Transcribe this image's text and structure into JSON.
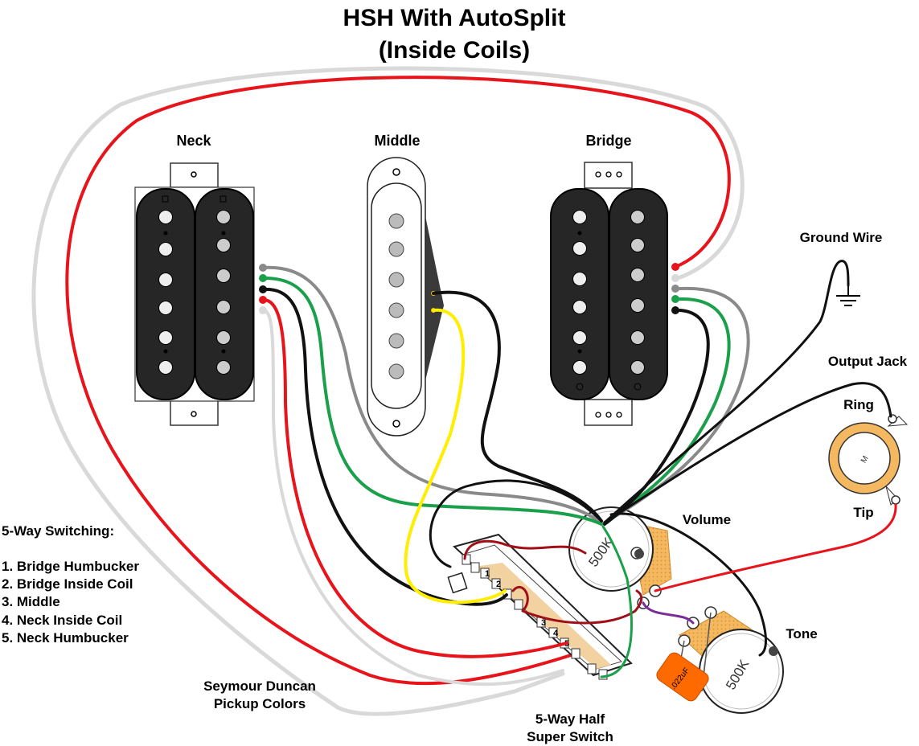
{
  "title": {
    "line1": "HSH With AutoSplit",
    "line2": "(Inside Coils)"
  },
  "pickups": {
    "neck": "Neck",
    "middle": "Middle",
    "bridge": "Bridge"
  },
  "labels": {
    "ground_wire": "Ground Wire",
    "output_jack": "Output Jack",
    "ring": "Ring",
    "tip": "Tip",
    "volume": "Volume",
    "tone": "Tone",
    "switch_line1": "5-Way Half",
    "switch_line2": "Super Switch",
    "colors_line1": "Seymour Duncan",
    "colors_line2": "Pickup Colors"
  },
  "switching": {
    "heading": "5-Way Switching:",
    "positions": [
      "1. Bridge Humbucker",
      "2. Bridge Inside Coil",
      "3. Middle",
      "4. Neck Inside Coil",
      "5. Neck Humbucker"
    ]
  },
  "components": {
    "volume_pot": "500K",
    "tone_pot": "500K",
    "capacitor": ".022uF",
    "jack_mark": "M",
    "switch_numbers": [
      "1",
      "2",
      "3",
      "4",
      "5"
    ]
  },
  "wire_colors": {
    "red": "#e8141c",
    "white": "#d9d9d9",
    "green": "#1aa04a",
    "black": "#111111",
    "gray": "#8a8a8a",
    "yellow": "#ffee00",
    "darkred": "#a01018",
    "purple": "#7a2c98"
  }
}
